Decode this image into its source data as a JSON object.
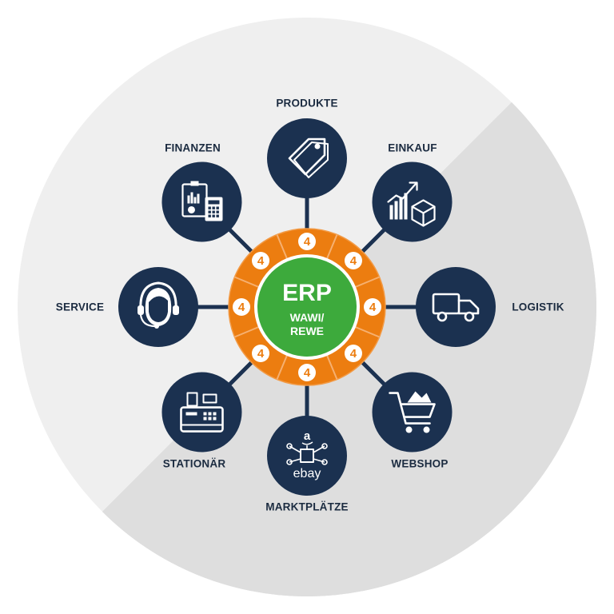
{
  "center": {
    "title": "ERP",
    "subtitle_line1": "WAWI/",
    "subtitle_line2": "REWE"
  },
  "ring_badge": "4",
  "brands": {
    "amazon": "a",
    "ebay": "ebay"
  },
  "nodes": [
    {
      "label": "PRODUKTE",
      "icon": "price-tag-icon"
    },
    {
      "label": "EINKAUF",
      "icon": "growth-chart-boxes-icon"
    },
    {
      "label": "LOGISTIK",
      "icon": "delivery-truck-icon"
    },
    {
      "label": "WEBSHOP",
      "icon": "shopping-cart-icon"
    },
    {
      "label": "MARKTPLÄTZE",
      "icon": "marketplace-network-icon"
    },
    {
      "label": "STATIONÄR",
      "icon": "cash-register-icon"
    },
    {
      "label": "SERVICE",
      "icon": "headset-agent-icon"
    },
    {
      "label": "FINANZEN",
      "icon": "clipboard-calculator-icon"
    }
  ],
  "colors": {
    "background_circle": "#efefef",
    "background_shade": "#dedede",
    "node_fill": "#1b3150",
    "ring_orange": "#ec7d10",
    "center_green": "#3daa3c",
    "label_text": "#1b2b40"
  }
}
